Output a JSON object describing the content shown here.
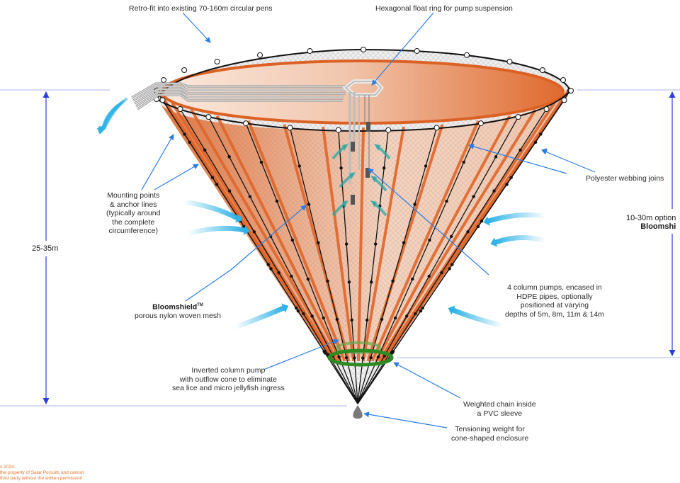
{
  "colors": {
    "orange": "#e0662a",
    "orange_light": "#f4cdb6",
    "mesh_rim": "#ececec",
    "net_line": "#111111",
    "annotation_blue": "#2a7de8",
    "dimension_blue": "#2b3fe0",
    "flow_cyan": "#2fb2e6",
    "flow_teal": "#2aa8a8",
    "chain_green": "#2e8b22",
    "weight_gray": "#777777",
    "copyright_orange": "#e8732e"
  },
  "labels": {
    "retrofit": "Retro-fit into existing 70-160m circular pens",
    "hex_ring": "Hexagonal float ring for pump suspension",
    "mounting": [
      "Mounting points",
      "& anchor lines",
      "(typically around",
      "the complete",
      "circumference)"
    ],
    "webbing": "Polyester webbing joins",
    "bloomshield_title": "Bloomshield",
    "bloomshield_tm": "TM",
    "bloomshield_desc": "porous nylon woven mesh",
    "pumps": [
      "4 column pumps, encased in",
      "HDPE pipes, optionally",
      "positioned at varying",
      "depths of 5m, 8m, 11m & 14m"
    ],
    "inverted_pump": [
      "Inverted column pump",
      "with outflow cone to eliminate",
      "sea lice and micro jellyfish ingress"
    ],
    "chain": [
      "Weighted chain inside",
      "a PVC sleeve"
    ],
    "weight": [
      "Tensioning weight for",
      "cone-shaped enclosure"
    ]
  },
  "dimensions": {
    "left": "25-35m",
    "right_line1": "10-30m option",
    "right_line2": "Bloomshi"
  },
  "copyright": [
    "s 2024.",
    " the property of Salar Pursuits and cannot",
    "third party without the written permission"
  ],
  "icons": {
    "flow_arrow": "curved-water-flow-arrow",
    "annotation_arrow": "leader-arrow"
  }
}
